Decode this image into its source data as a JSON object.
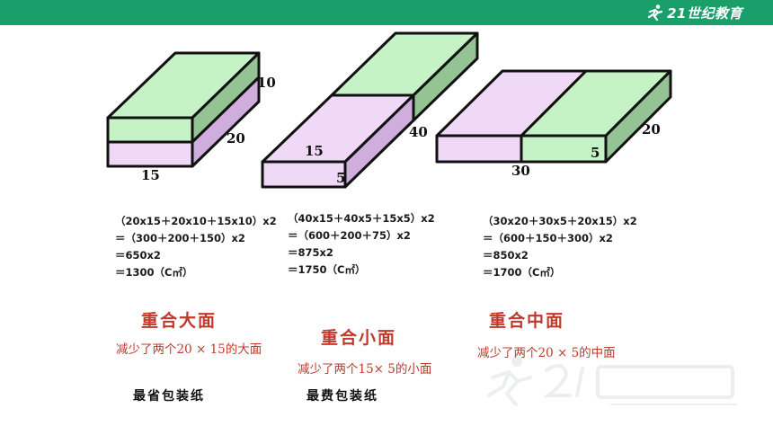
{
  "header": {
    "logo_text": "21世纪教育",
    "logo_icon": "runner-icon",
    "bar_color": "#1a9e6a"
  },
  "colors": {
    "green": "#c6f3c6",
    "green_side": "#94c494",
    "purple": "#efd9f6",
    "purple_side": "#cfaede",
    "edge": "#111111",
    "accent_red": "#c0392b"
  },
  "figures": [
    {
      "labels": {
        "height": "10",
        "depth": "20",
        "length": "15"
      }
    },
    {
      "labels": {
        "width": "15",
        "height": "5",
        "depth": "40"
      }
    },
    {
      "labels": {
        "depth": "20",
        "height": "5",
        "length": "30"
      }
    }
  ],
  "columns": [
    {
      "lines": [
        "（20x15＋20x10＋15x10）x2",
        "＝（300＋200＋150）x2",
        "＝650x2",
        "＝1300（C㎡）"
      ],
      "title": "重合大面",
      "note": "减少了两个20 × 15的大面",
      "verdict": "最省包装纸"
    },
    {
      "lines": [
        "（40x15＋40x5＋15x5）x2",
        "＝（600＋200＋75）x2",
        "＝875x2",
        "＝1750（C㎡）"
      ],
      "title": "重合小面",
      "note": "减少了两个15× 5的小面",
      "verdict": "最费包装纸"
    },
    {
      "lines": [
        "（30x20＋30x5＋20x15）x2",
        "＝（600＋150＋300）x2",
        "＝850x2",
        "＝1700（C㎡）"
      ],
      "title": "重合中面",
      "note": "减少了两个20 × 5的中面"
    }
  ]
}
